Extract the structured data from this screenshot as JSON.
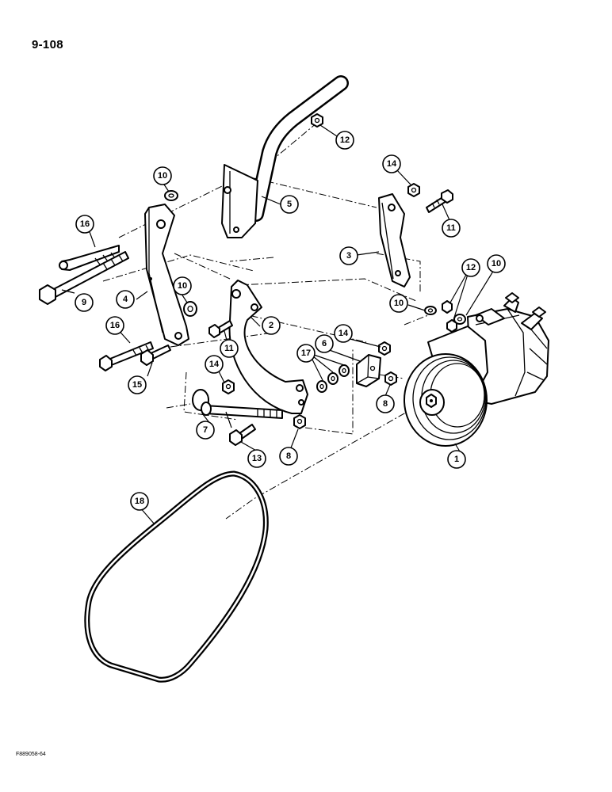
{
  "page": {
    "page_number": "9-108",
    "figure_code": "F889058-64"
  },
  "callouts": {
    "c1": "1",
    "c2": "2",
    "c3": "3",
    "c4": "4",
    "c5": "5",
    "c6": "6",
    "c7": "7",
    "c8a": "8",
    "c8b": "8",
    "c9": "9",
    "c10a": "10",
    "c10b": "10",
    "c10c": "10",
    "c10d": "10",
    "c11a": "11",
    "c11b": "11",
    "c12a": "12",
    "c12b": "12",
    "c13": "13",
    "c14a": "14",
    "c14b": "14",
    "c14c": "14",
    "c15": "15",
    "c16a": "16",
    "c16b": "16",
    "c17": "17",
    "c18": "18"
  }
}
